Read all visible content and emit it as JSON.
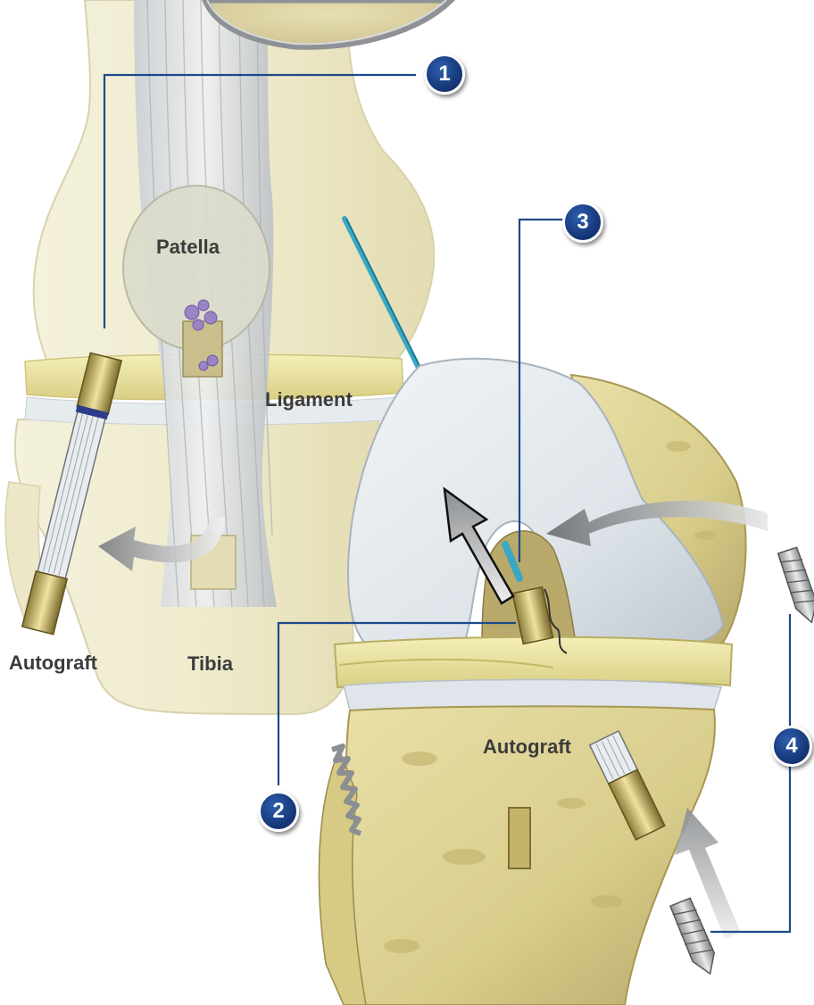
{
  "labels": {
    "patella": "Patella",
    "ligament": "Ligament",
    "autograft_left": "Autograft",
    "tibia": "Tibia",
    "autograft_right": "Autograft"
  },
  "steps": {
    "step1": "1",
    "step2": "2",
    "step3": "3",
    "step4": "4"
  },
  "colors": {
    "leader_line": "#1c4a8a",
    "guide_wire": "#3aa7c4",
    "bone": "#e9e3b7",
    "cartilage": "#dde4ea",
    "badge": "#16397a"
  }
}
